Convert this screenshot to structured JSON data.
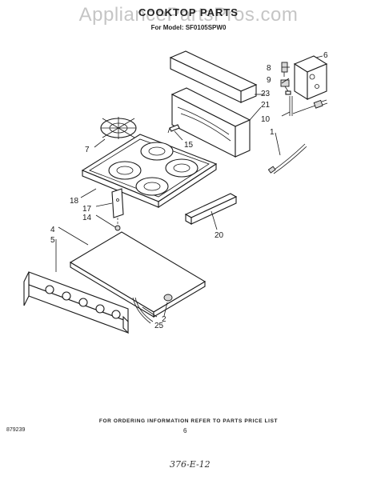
{
  "header": {
    "title": "COOKTOP PARTS",
    "watermark": "AppliancePartsPros.com",
    "model_line": "For Model: SF0105SPW0"
  },
  "callouts": {
    "c1": "1",
    "c2": "2",
    "c4": "4",
    "c5": "5",
    "c6": "6",
    "c7": "7",
    "c8": "8",
    "c9": "9",
    "c10": "10",
    "c14": "14",
    "c15": "15",
    "c17": "17",
    "c18": "18",
    "c20": "20",
    "c21": "21",
    "c23": "23",
    "c25": "25"
  },
  "footer": {
    "ordering_note": "FOR ORDERING INFORMATION REFER TO PARTS PRICE LIST",
    "doc_number": "879239",
    "page_number": "6",
    "handwritten_code": "376-E-12"
  }
}
